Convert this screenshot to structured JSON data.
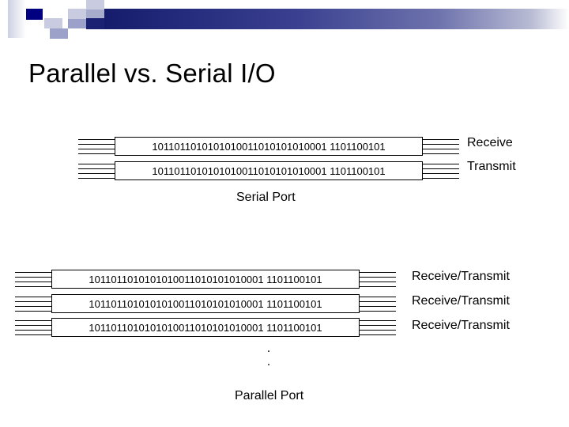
{
  "slide": {
    "title": "Parallel vs. Serial I/O"
  },
  "header": {
    "accent_dark": "#000080",
    "accent_mid": "#3b4190",
    "accent_light": "#c9cce0"
  },
  "serial": {
    "caption": "Serial Port",
    "rows": [
      {
        "bits": "1011011010101010011010101010001 1101100101",
        "label": "Receive"
      },
      {
        "bits": "1011011010101010011010101010001 1101100101",
        "label": "Transmit"
      }
    ]
  },
  "parallel": {
    "caption": "Parallel Port",
    "ellipsis": ".\n.",
    "ellipsis_dot": ".",
    "rows": [
      {
        "bits": "1011011010101010011010101010001 1101100101",
        "label": "Receive/Transmit"
      },
      {
        "bits": "1011011010101010011010101010001 1101100101",
        "label": "Receive/Transmit"
      },
      {
        "bits": "1011011010101010011010101010001 1101100101",
        "label": "Receive/Transmit"
      }
    ]
  }
}
